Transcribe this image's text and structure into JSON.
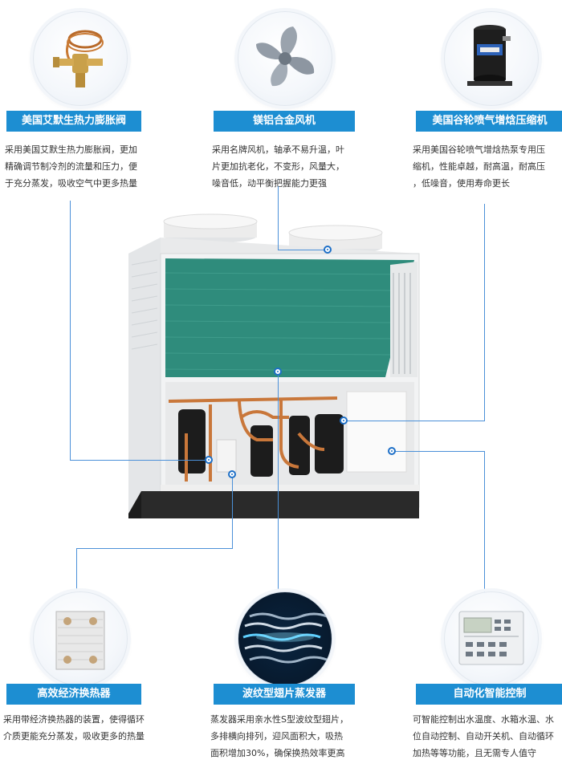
{
  "features": {
    "valve": {
      "title": "美国艾默生热力膨胀阀",
      "desc": [
        "采用美国艾默生热力膨胀阀，更加",
        "精确调节制冷剂的流量和压力，便",
        "于充分蒸发，吸收空气中更多热量"
      ],
      "icon": "expansion-valve-icon"
    },
    "fan": {
      "title": "镁铝合金风机",
      "desc": [
        "采用名牌风机，轴承不易升温，叶",
        "片更加抗老化，不变形，风量大，",
        "噪音低，动平衡把握能力更强"
      ],
      "icon": "fan-blade-icon"
    },
    "compressor": {
      "title": "美国谷轮喷气增焓压缩机",
      "desc": [
        "采用美国谷轮喷气增焓热泵专用压",
        "缩机，性能卓越，耐高温，耐高压",
        "，低噪音，使用寿命更长"
      ],
      "icon": "compressor-icon"
    },
    "exchanger": {
      "title": "高效经济换热器",
      "desc": [
        "采用带经济换热器的装置，使得循环",
        "介质更能充分蒸发，吸收更多的热量"
      ],
      "icon": "plate-heat-exchanger-icon"
    },
    "evaporator": {
      "title": "波纹型翅片蒸发器",
      "desc": [
        "蒸发器采用亲水性S型波纹型翅片，",
        "多排横向排列，迎风面积大，吸热",
        "面积增加30%，确保换热效率更高"
      ],
      "icon": "finned-evaporator-icon"
    },
    "control": {
      "title": "自动化智能控制",
      "desc": [
        "可智能控制出水温度、水箱水温、水",
        "位自动控制、自动开关机、自动循环",
        "加热等等功能，且无需专人值守"
      ],
      "icon": "controller-panel-icon"
    }
  },
  "colors": {
    "accent": "#1d8ed2",
    "line": "#4b90d8",
    "panel_green": "#2f8c7c",
    "unit_white": "#f2f3f4"
  }
}
